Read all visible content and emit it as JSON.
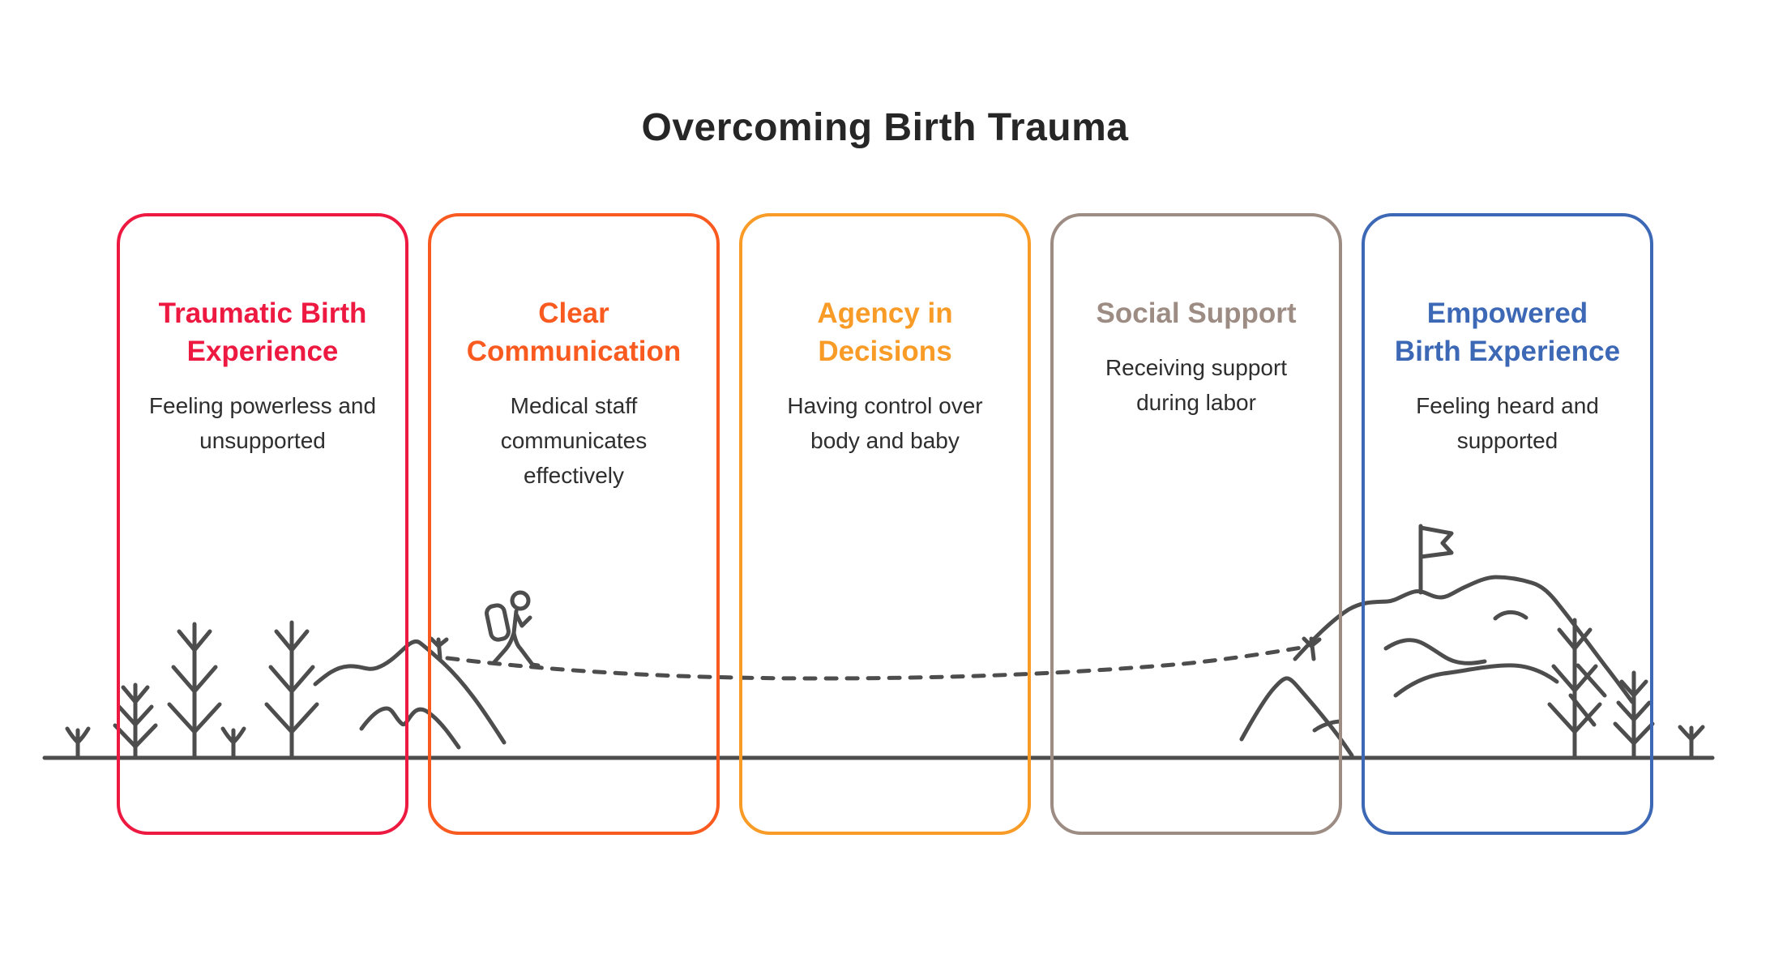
{
  "title": "Overcoming Birth Trauma",
  "cards": [
    {
      "id": "traumatic-birth-experience",
      "title": "Traumatic Birth\nExperience",
      "subtitle": "Feeling powerless and\nunsupported",
      "color": "#ED1941"
    },
    {
      "id": "clear-communication",
      "title": "Clear\nCommunication",
      "subtitle": "Medical staff\ncommunicates\neffectively",
      "color": "#F95A1F"
    },
    {
      "id": "agency-in-decisions",
      "title": "Agency in\nDecisions",
      "subtitle": "Having control over\nbody and baby",
      "color": "#F89B27"
    },
    {
      "id": "social-support",
      "title": "Social Support",
      "subtitle": "Receiving support\nduring labor",
      "color": "#9C8C83"
    },
    {
      "id": "empowered-birth-experience",
      "title": "Empowered\nBirth Experience",
      "subtitle": "Feeling heard and\nsupported",
      "color": "#3C68B5"
    }
  ],
  "colors": {
    "background": "#FFFFFF",
    "title_text": "#262626",
    "body_text": "#2E2E2E",
    "illustration_stroke": "#4D4D4D"
  },
  "illustration": {
    "icons": [
      "sprout-icon",
      "pine-tree-icon",
      "mountain-ridge",
      "hiker-icon",
      "trail-marker-icon",
      "dashed-trail",
      "summit-flag-icon",
      "ground-line"
    ]
  }
}
